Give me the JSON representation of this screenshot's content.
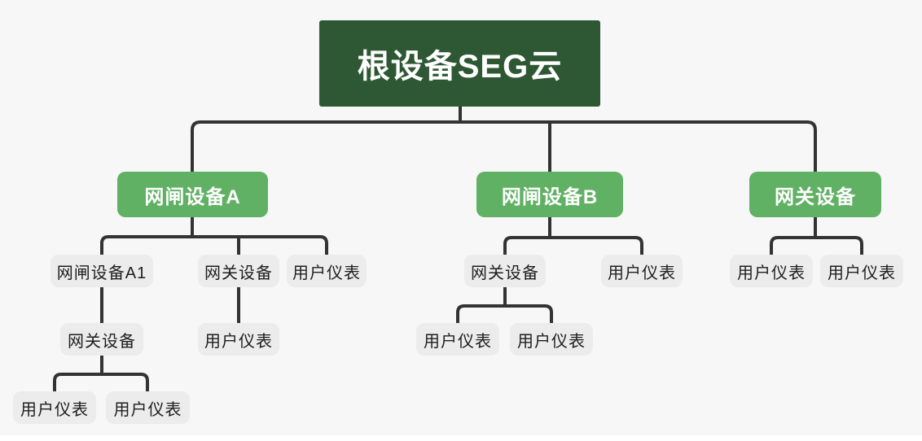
{
  "diagram_type": "tree-mindmap",
  "colors": {
    "background": "#f7f7f7",
    "root_fill": "#2e5834",
    "root_text": "#ffffff",
    "branch_fill": "#60b164",
    "branch_text": "#ffffff",
    "leaf_fill": "#ececec",
    "leaf_text": "#1e1e1e",
    "connector": "#333333"
  },
  "tree": {
    "root": {
      "label": "根设备SEG云",
      "children": [
        {
          "label": "网闸设备A",
          "children": [
            {
              "label": "网闸设备A1",
              "children": [
                {
                  "label": "网关设备",
                  "children": [
                    {
                      "label": "用户仪表"
                    },
                    {
                      "label": "用户仪表"
                    }
                  ]
                }
              ]
            },
            {
              "label": "网关设备",
              "children": [
                {
                  "label": "用户仪表"
                }
              ]
            },
            {
              "label": "用户仪表"
            }
          ]
        },
        {
          "label": "网闸设备B",
          "children": [
            {
              "label": "网关设备",
              "children": [
                {
                  "label": "用户仪表"
                },
                {
                  "label": "用户仪表"
                }
              ]
            },
            {
              "label": "用户仪表"
            }
          ]
        },
        {
          "label": "网关设备",
          "children": [
            {
              "label": "用户仪表"
            },
            {
              "label": "用户仪表"
            }
          ]
        }
      ]
    }
  }
}
